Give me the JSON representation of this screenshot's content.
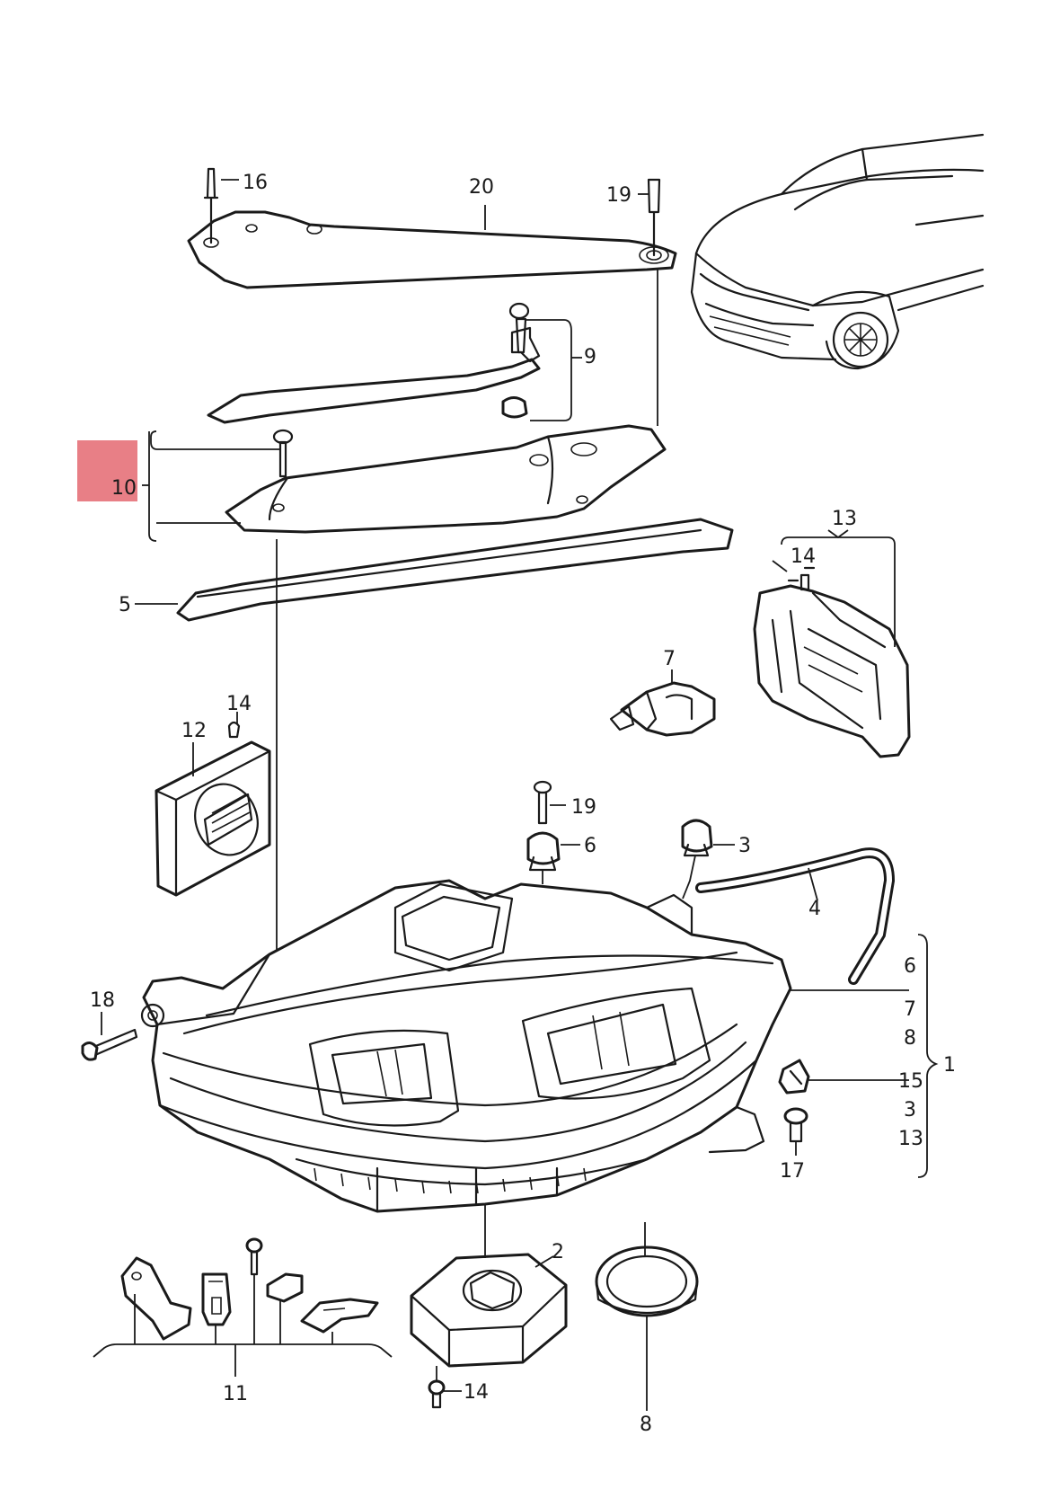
{
  "highlight_color": "#e87f86",
  "line_color": "#1a1a1a",
  "callouts": {
    "c16": "16",
    "c20": "20",
    "c19_top": "19",
    "c9": "9",
    "c10": "10",
    "c5": "5",
    "c13": "13",
    "c14_right": "14",
    "c7": "7",
    "c14_left": "14",
    "c12": "12",
    "c19_mid": "19",
    "c6": "6",
    "c3": "3",
    "c4": "4",
    "c18": "18",
    "list_6": "6",
    "list_7": "7",
    "list_8": "8",
    "list_1": "1",
    "list_15": "15",
    "list_3": "3",
    "list_13": "13",
    "c17": "17",
    "c2": "2",
    "c11": "11",
    "c14_bottom": "14",
    "c8": "8"
  }
}
